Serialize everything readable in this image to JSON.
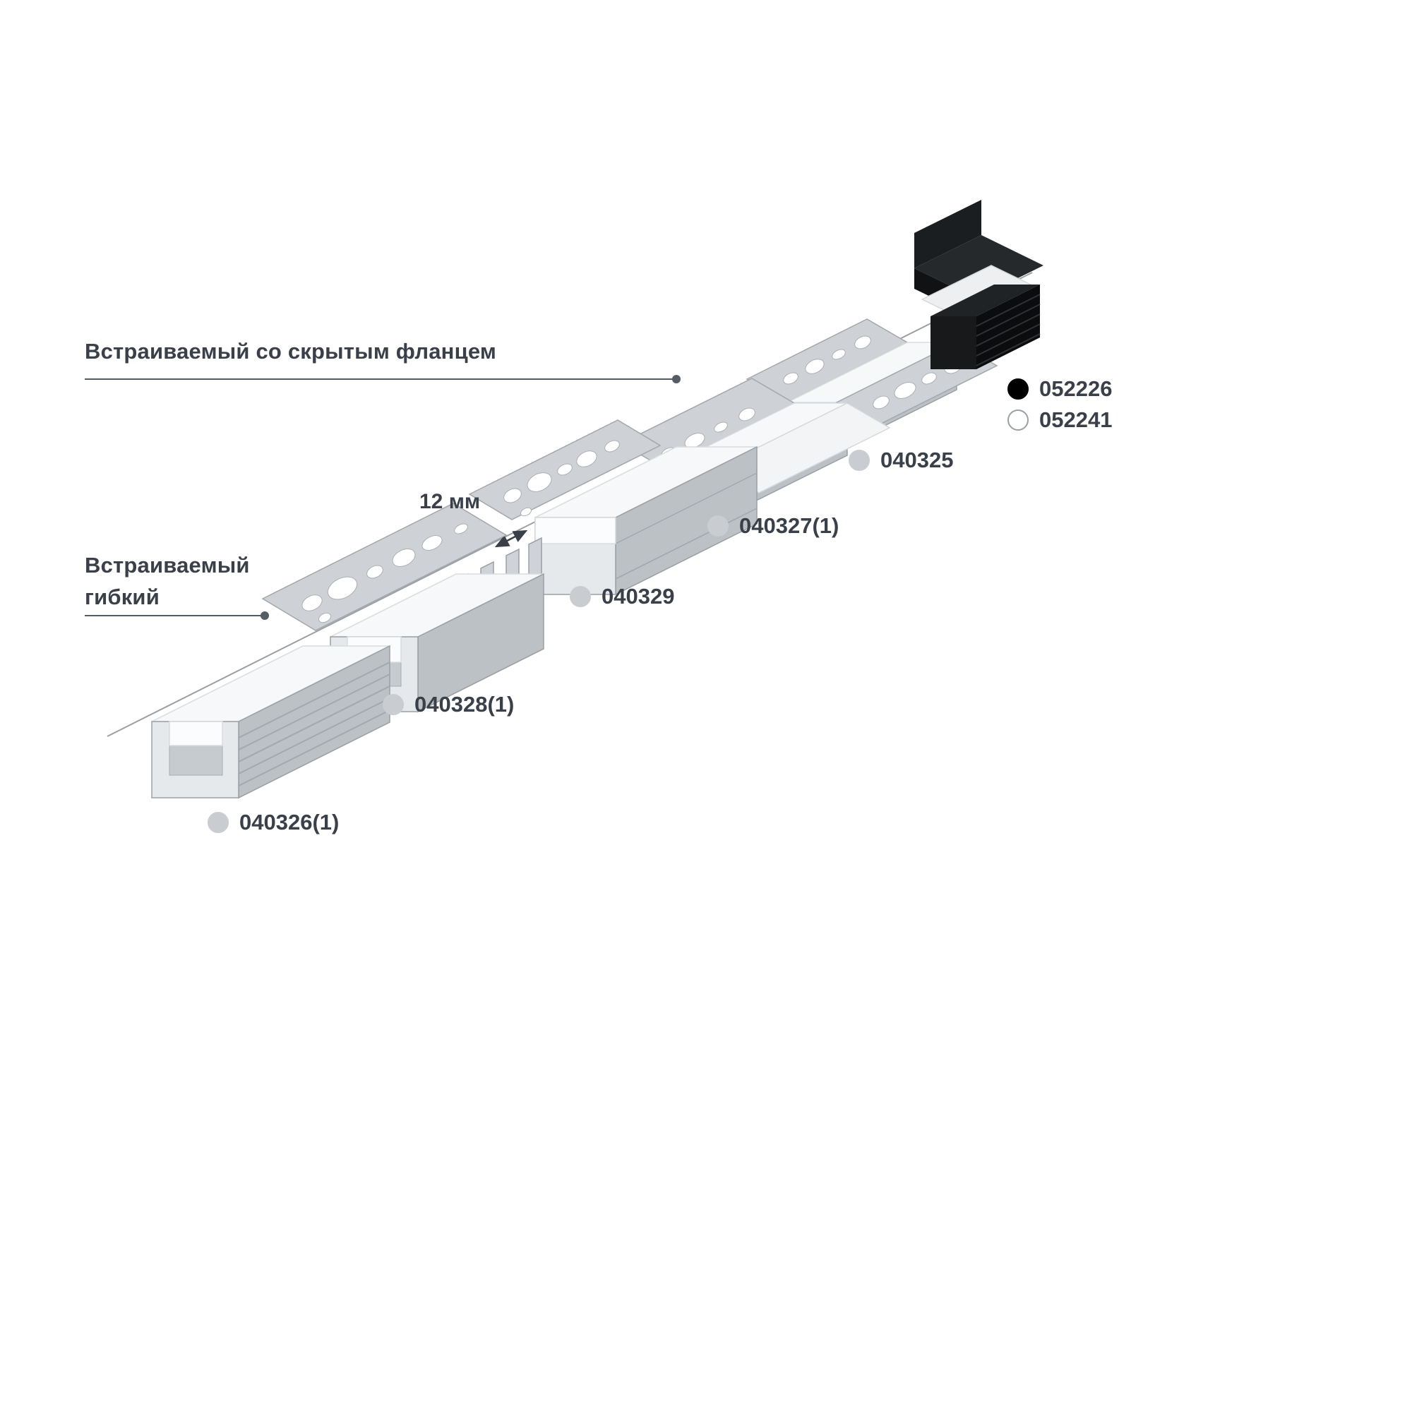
{
  "labels": {
    "recessed_hidden_flange": "Встраиваемый со скрытым фланцем",
    "recessed_flexible_lines": [
      "Встраиваемый",
      "гибкий"
    ]
  },
  "dimension": {
    "label": "12 мм"
  },
  "products": [
    {
      "code": "052226",
      "dot": "#000000",
      "dot_border": "#000000"
    },
    {
      "code": "052241",
      "dot": "#ffffff",
      "dot_border": "#9aa0a6"
    },
    {
      "code": "040325",
      "dot": "#c9cdd1",
      "dot_border": "#c9cdd1"
    },
    {
      "code": "040327(1)",
      "dot": "#c9cdd1",
      "dot_border": "#c9cdd1"
    },
    {
      "code": "040329",
      "dot": "#c9cdd1",
      "dot_border": "#c9cdd1"
    },
    {
      "code": "040328(1)",
      "dot": "#c9cdd1",
      "dot_border": "#c9cdd1"
    },
    {
      "code": "040326(1)",
      "dot": "#c9cdd1",
      "dot_border": "#c9cdd1"
    }
  ],
  "colors": {
    "text": "#3a4049",
    "leader": "#565c63",
    "aluminum": "#c7cbcf",
    "diffuser": "#f7f8fa",
    "black_profile": "#17191b"
  }
}
